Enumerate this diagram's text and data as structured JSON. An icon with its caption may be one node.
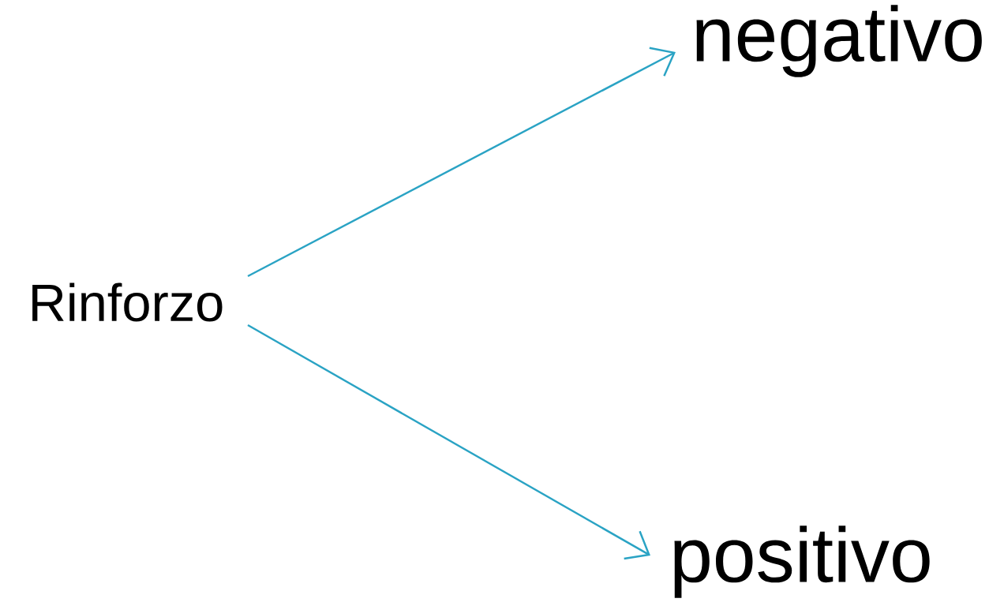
{
  "diagram": {
    "nodes": [
      {
        "text": [
          "Rinforzo"
        ]
      },
      {
        "text": [
          "negativo"
        ]
      },
      {
        "text": [
          "positivo"
        ]
      }
    ],
    "edges": [
      {
        "from": 0,
        "to": 1,
        "arrow": "to"
      },
      {
        "from": 0,
        "to": 2,
        "arrow": "to"
      }
    ]
  }
}
